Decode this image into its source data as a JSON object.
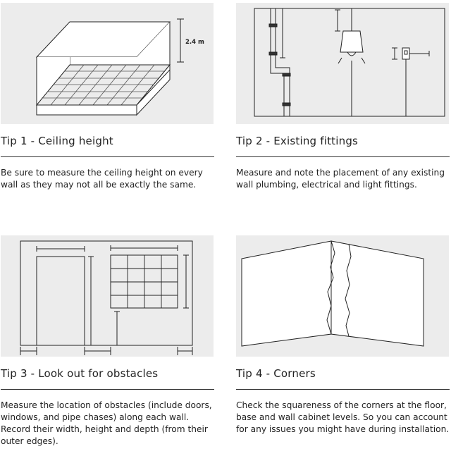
{
  "tips": [
    {
      "title": "Tip 1 - Ceiling height",
      "text": "Be sure to measure the ceiling height on every wall as they may not all be exactly the same.",
      "dimension_label": "2.4 m"
    },
    {
      "title": "Tip 2 - Existing fittings",
      "text": "Measure and note the placement of any existing wall plumbing, electrical and light fittings."
    },
    {
      "title": "Tip 3 - Look out for obstacles",
      "text": "Measure the location of obstacles (include doors, windows, and pipe chases) along each wall. Record their width, height and depth (from their outer edges)."
    },
    {
      "title": "Tip 4 - Corners",
      "text": "Check the squareness of the corners at the floor, base and wall cabinet levels. So you can account for any issues you might have during installation."
    }
  ]
}
